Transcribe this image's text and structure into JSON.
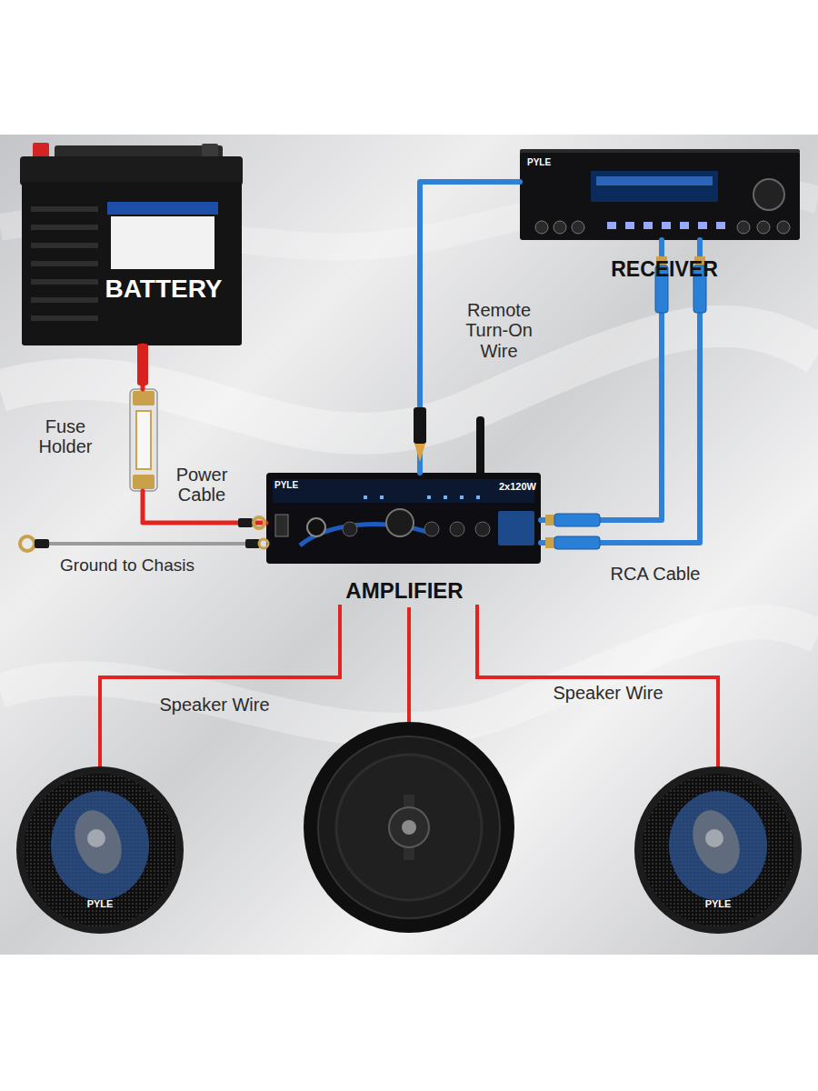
{
  "diagram": {
    "nodes": [
      {
        "text": [
          "BATTERY"
        ]
      },
      {
        "text": [
          "PYLE",
          "RECEIVER"
        ]
      },
      {
        "text": [
          "Fuse Holder"
        ]
      },
      {
        "text": [
          "PYLE",
          "2x120W",
          "AMPLIFIER"
        ]
      }
    ],
    "edges": [
      {
        "from": 0,
        "to": 2,
        "arrow": "none"
      },
      {
        "from": 2,
        "to": 3,
        "label": "Power Cable",
        "arrow": "none"
      },
      {
        "from": 1,
        "to": 3,
        "label": "Remote Turn-On Wire",
        "arrow": "none"
      },
      {
        "from": 1,
        "to": 3,
        "label": "RCA Cable",
        "arrow": "none"
      },
      {
        "from": 1,
        "to": 3,
        "arrow": "none"
      }
    ],
    "labels": [
      "Ground to Chasis",
      "Speaker Wire",
      "Speaker Wire",
      "PYLE",
      "PYLE"
    ]
  }
}
